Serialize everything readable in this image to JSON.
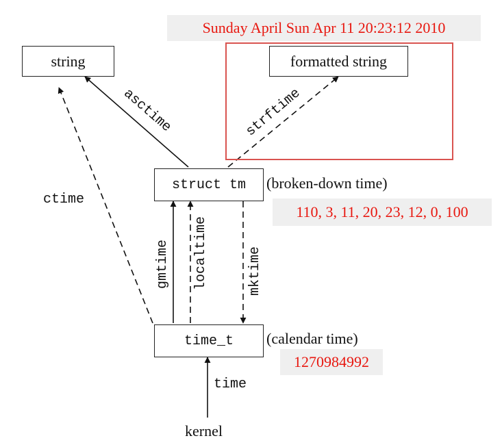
{
  "nodes": {
    "string": "string",
    "formatted_string": "formatted string",
    "struct_tm": "struct tm",
    "time_t": "time_t",
    "kernel": "kernel"
  },
  "descriptions": {
    "broken_down": "(broken-down time)",
    "calendar": "(calendar time)"
  },
  "functions": {
    "asctime": "asctime",
    "strftime": "strftime",
    "ctime": "ctime",
    "gmtime": "gmtime",
    "localtime": "localtime",
    "mktime": "mktime",
    "time": "time"
  },
  "annotations": {
    "strftime_result": "Sunday  April   Sun Apr 11 20:23:12 2010",
    "tm_values": "110, 3, 11, 20, 23, 12, 0, 100",
    "time_t_value": "1270984992"
  },
  "colors": {
    "annotation_text": "#e8170f",
    "highlight_frame": "#d9534f",
    "annotation_bg": "#efefef"
  }
}
